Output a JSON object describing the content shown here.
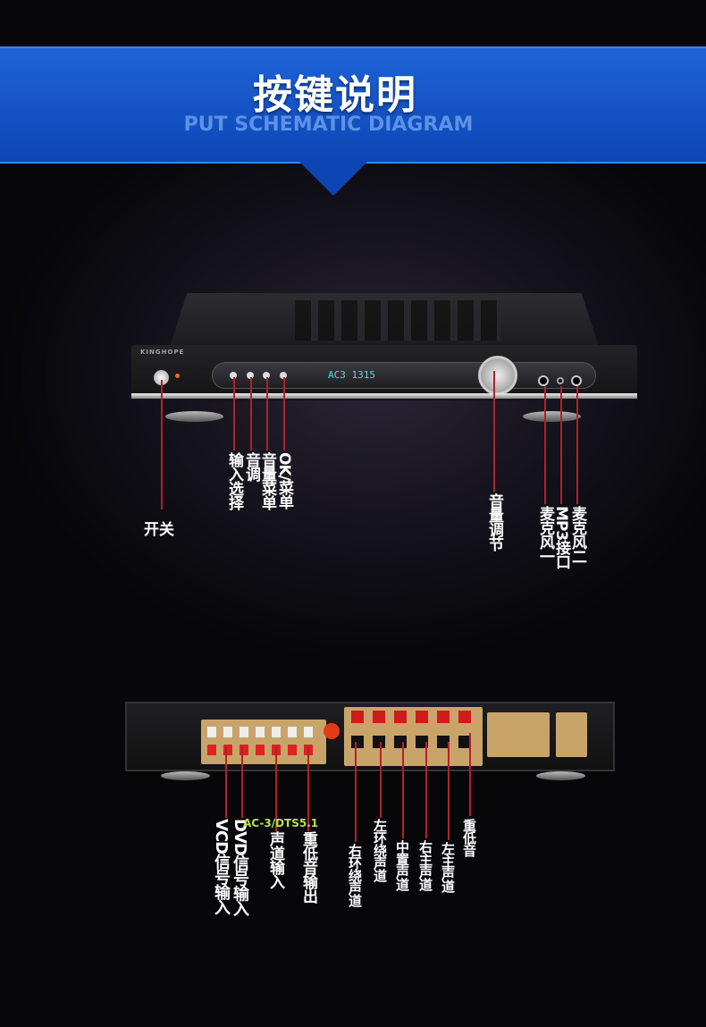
{
  "header": {
    "title": "按键说明",
    "subtitle": "PUT SCHEMATIC DIAGRAM"
  },
  "device": {
    "brand": "KINGHOPE",
    "display": "AC3 1315"
  },
  "front_labels": [
    "开关",
    "输入选择",
    "音调",
    "音量菜单",
    "OK/菜单",
    "音量调节",
    "麦克风一",
    "MP3接口",
    "麦克风二"
  ],
  "back_labels": [
    "VCD信号输入",
    "DVD信号输入",
    "声道输入",
    "重低音输出",
    "右环绕声道",
    "左环绕声道",
    "中置声道",
    "右主声道",
    "左主声道",
    "重低音"
  ],
  "back_annotation": "AC-3/DTS5.1",
  "colors": {
    "banner": "#1552c6",
    "line": "#b5202a",
    "annotation": "#b8e04a"
  }
}
